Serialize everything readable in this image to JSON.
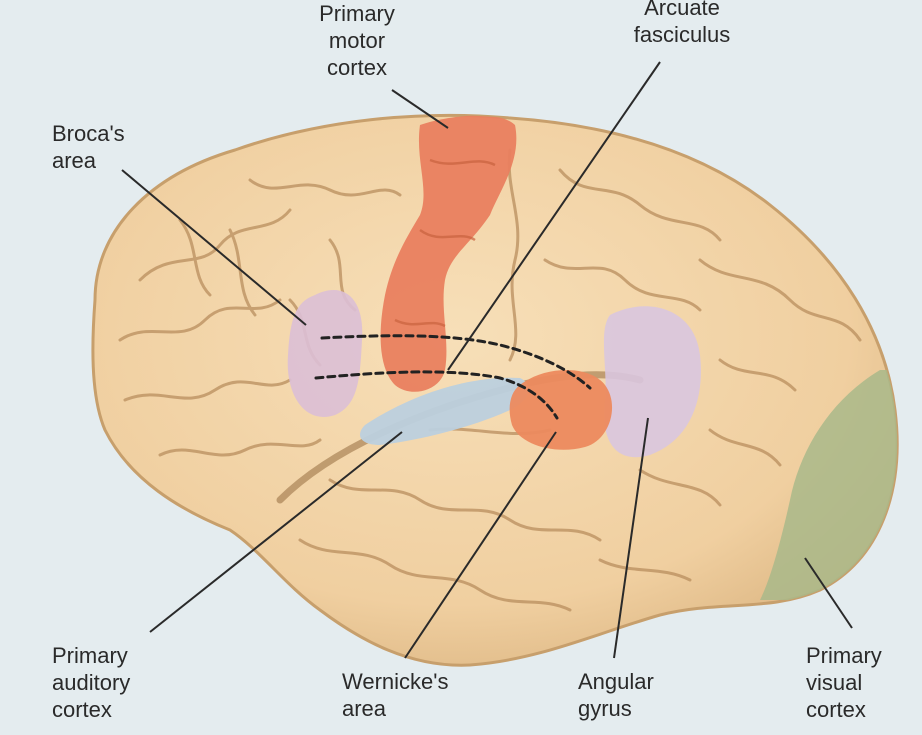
{
  "labels": {
    "primary_motor_cortex": [
      "Primary",
      "motor",
      "cortex"
    ],
    "arcuate_fasciculus": [
      "Arcuate",
      "fasciculus"
    ],
    "brocas_area": [
      "Broca's",
      "area"
    ],
    "primary_auditory_cortex": [
      "Primary",
      "auditory",
      "cortex"
    ],
    "wernickes_area": [
      "Wernicke's",
      "area"
    ],
    "angular_gyrus": [
      "Angular",
      "gyrus"
    ],
    "primary_visual_cortex": [
      "Primary",
      "visual",
      "cortex"
    ]
  },
  "colors": {
    "background": "#e4ecef",
    "brain": "#f1d2a4",
    "brain_shadow": "#d9b27e",
    "sulcus": "#b98e5e",
    "motor_cortex": "#e9805f",
    "wernicke": "#ec8a5e",
    "broca": "#dcbfd6",
    "angular_gyrus": "#d9c6df",
    "auditory_cortex": "#bcd0de",
    "visual_cortex": "#a9b88a",
    "leader_line": "#2a2a2a"
  }
}
